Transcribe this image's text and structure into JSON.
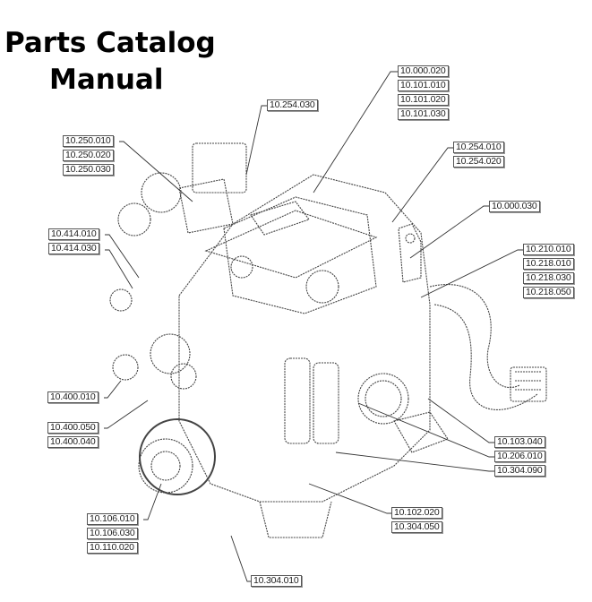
{
  "title": {
    "line1": "Parts Catalog",
    "line2": "Manual"
  },
  "callouts": {
    "g_254_030": [
      "10.254.030"
    ],
    "g_000_020": [
      "10.000.020",
      "10.101.010",
      "10.101.020",
      "10.101.030"
    ],
    "g_250": [
      "10.250.010",
      "10.250.020",
      "10.250.030"
    ],
    "g_254_010": [
      "10.254.010",
      "10.254.020"
    ],
    "g_000_030": [
      "10.000.030"
    ],
    "g_414": [
      "10.414.010",
      "10.414.030"
    ],
    "g_210": [
      "10.210.010",
      "10.218.010",
      "10.218.030",
      "10.218.050"
    ],
    "g_400_010": [
      "10.400.010"
    ],
    "g_400_050": [
      "10.400.050",
      "10.400.040"
    ],
    "g_103": [
      "10.103.040",
      "10.206.010",
      "10.304.090"
    ],
    "g_106": [
      "10.106.010",
      "10.106.030",
      "10.110.020"
    ],
    "g_102": [
      "10.102.020",
      "10.304.050"
    ],
    "g_304_010": [
      "10.304.010"
    ]
  }
}
